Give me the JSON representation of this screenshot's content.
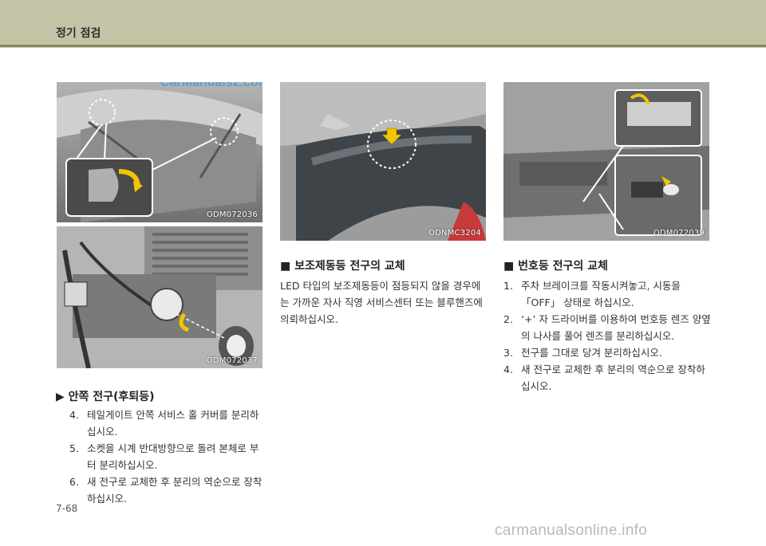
{
  "header": {
    "title": "정기 점검"
  },
  "watermark_top": "CarManuals2.com",
  "figures": {
    "fig1": "ODM072036",
    "fig2": "ODM072037",
    "fig3": "ODNMC3204",
    "fig4": "ODM072039"
  },
  "left": {
    "heading": "▶ 안쪽 전구(후퇴등)",
    "steps": [
      {
        "num": "4.",
        "text": "테일게이트 안쪽 서비스 홀 커버를 분리하십시오."
      },
      {
        "num": "5.",
        "text": "소켓을 시계 반대방향으로  돌려 본체로 부터 분리하십시오."
      },
      {
        "num": "6.",
        "text": "새 전구로 교체한 후 분리의 역순으로 장착하십시오."
      }
    ]
  },
  "middle": {
    "heading": "■ 보조제동등 전구의 교체",
    "paragraph": "LED 타입의 보조제동등이 점등되지 않을 경우에는 가까운 자사 직영 서비스센터 또는 블루핸즈에 의뢰하십시오."
  },
  "right": {
    "heading": "■ 번호등 전구의 교체",
    "steps": [
      {
        "num": "1.",
        "text": "주차 브레이크를 작동시켜놓고, 시동을 「OFF」 상태로 하십시오."
      },
      {
        "num": "2.",
        "text": "‘+’ 자 드라이버를 이용하여 번호등 렌즈 양옆의 나사를 풀어 렌즈를 분리하십시오."
      },
      {
        "num": "3.",
        "text": "전구를 그대로 당겨 분리하십시오."
      },
      {
        "num": "4.",
        "text": "새 전구로 교체한 후 분리의 역순으로 장착하십시오."
      }
    ]
  },
  "page_number": "7-68",
  "footer_watermark": "carmanualsonline.info"
}
